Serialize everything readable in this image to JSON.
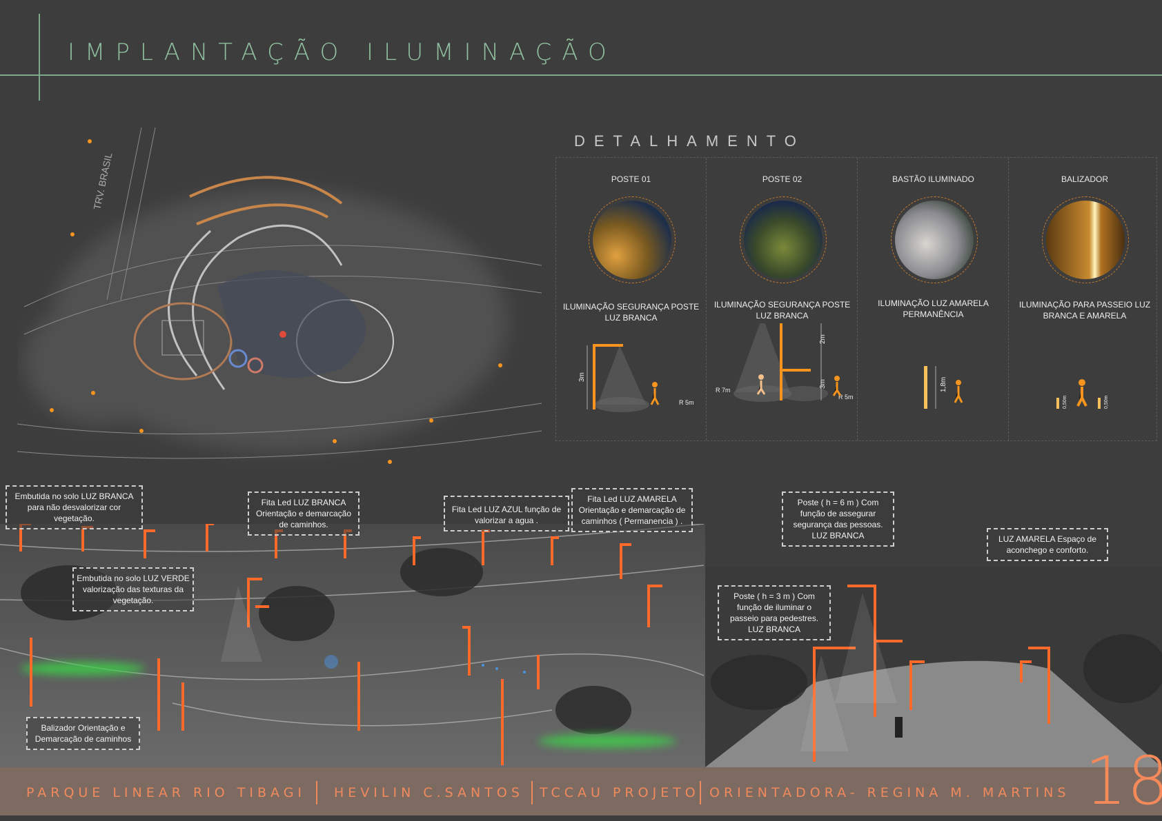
{
  "header": {
    "title": "IMPLANTAÇÃO ILUMINAÇÃO"
  },
  "detail": {
    "title": "DETALHAMENTO",
    "items": [
      {
        "name": "POSTE 01",
        "description": "ILUMINAÇÃO SEGURANÇA POSTE LUZ BRANCA",
        "dims": [
          "3m",
          "R 5m"
        ]
      },
      {
        "name": "POSTE 02",
        "description": "ILUMINAÇÃO SEGURANÇA POSTE LUZ BRANCA",
        "dims": [
          "2m",
          "3m",
          "R 7m",
          "R 5m"
        ]
      },
      {
        "name": "BASTÃO ILUMINADO",
        "description": "ILUMINAÇÃO LUZ AMARELA PERMANÊNCIA",
        "dims": [
          "1,8m"
        ]
      },
      {
        "name": "BALIZADOR",
        "description": "ILUMINAÇÃO PARA PASSEIO LUZ BRANCA E AMARELA",
        "dims": [
          "0,50m",
          "0,50m"
        ]
      }
    ]
  },
  "plan": {
    "street_label": "TRV. BRASIL"
  },
  "callouts": [
    "Embutida no solo LUZ BRANCA  para não desvalorizar  cor vegetação.",
    "Embutida no solo LUZ VERDE valorização das texturas da vegetação.",
    "Fita Led LUZ BRANCA Orientação e demarcação de caminhos.",
    "Fita Led LUZ AZUL função de valorizar a agua .",
    "Fita Led LUZ AMARELA Orientação e demarcação de caminhos ( Permanencia ) .",
    "Poste ( h = 6 m ) Com função de  assegurar segurança das pessoas. LUZ BRANCA",
    "LUZ AMARELA Espaço de aconchego e conforto.",
    "Poste ( h = 3 m ) Com função de  iluminar o passeio para pedestres. LUZ BRANCA",
    "Balizador Orientação e Demarcação de caminhos"
  ],
  "footer": {
    "project": "PARQUE LINEAR RIO TIBAGI",
    "author": "HEVILIN C.SANTOS",
    "course": "TCCAU PROJETO",
    "advisor": "ORIENTADORA- REGINA M. MARTINS",
    "page": "18"
  },
  "colors": {
    "accent": "#f08a5d",
    "line": "#7fa98b",
    "poste": "#f7941d",
    "background": "#3d3d3d",
    "footer": "#7d6b62"
  }
}
